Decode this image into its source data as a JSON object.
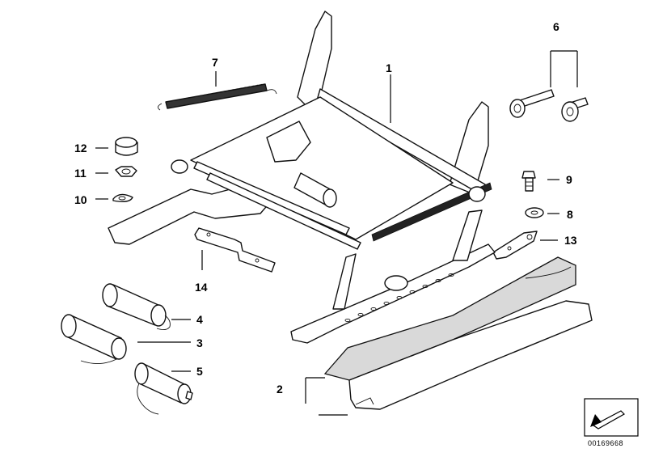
{
  "diagram": {
    "drawing_number": "00169668",
    "callouts": [
      {
        "id": "c1",
        "label": "1"
      },
      {
        "id": "c2",
        "label": "2"
      },
      {
        "id": "c3",
        "label": "3"
      },
      {
        "id": "c4",
        "label": "4"
      },
      {
        "id": "c5",
        "label": "5"
      },
      {
        "id": "c6",
        "label": "6"
      },
      {
        "id": "c7",
        "label": "7"
      },
      {
        "id": "c8",
        "label": "8"
      },
      {
        "id": "c9",
        "label": "9"
      },
      {
        "id": "c10",
        "label": "10"
      },
      {
        "id": "c11",
        "label": "11"
      },
      {
        "id": "c12",
        "label": "12"
      },
      {
        "id": "c13",
        "label": "13"
      },
      {
        "id": "c14",
        "label": "14"
      }
    ]
  }
}
